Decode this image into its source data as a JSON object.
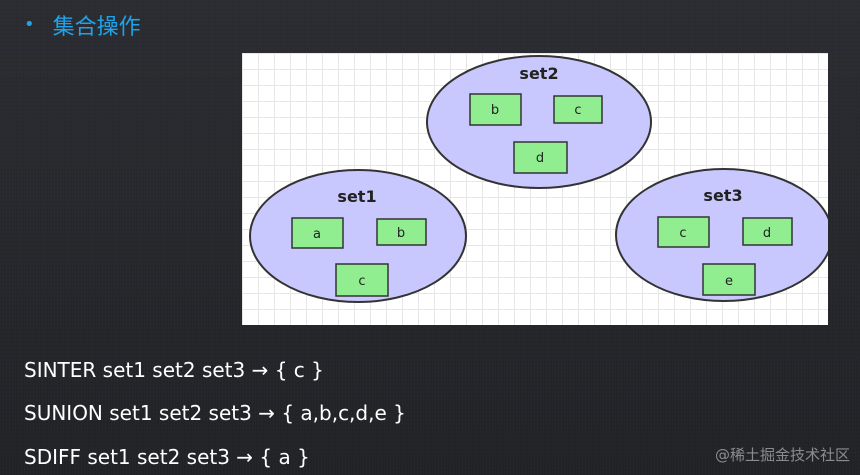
{
  "heading": {
    "bullet": "•",
    "title": "集合操作"
  },
  "diagram": {
    "sets": [
      {
        "name": "set1",
        "elements": [
          "a",
          "b",
          "c"
        ]
      },
      {
        "name": "set2",
        "elements": [
          "b",
          "c",
          "d"
        ]
      },
      {
        "name": "set3",
        "elements": [
          "c",
          "d",
          "e"
        ]
      }
    ],
    "colors": {
      "set_fill": "#c8c8ff",
      "set_stroke": "#333333",
      "element_fill": "#90ee90",
      "element_stroke": "#333333"
    }
  },
  "commands": [
    "SINTER set1 set2 set3 → { c }",
    "SUNION set1 set2 set3 → { a,b,c,d,e }",
    "SDIFF set1 set2 set3 → { a }"
  ],
  "watermark": "@稀土掘金技术社区"
}
